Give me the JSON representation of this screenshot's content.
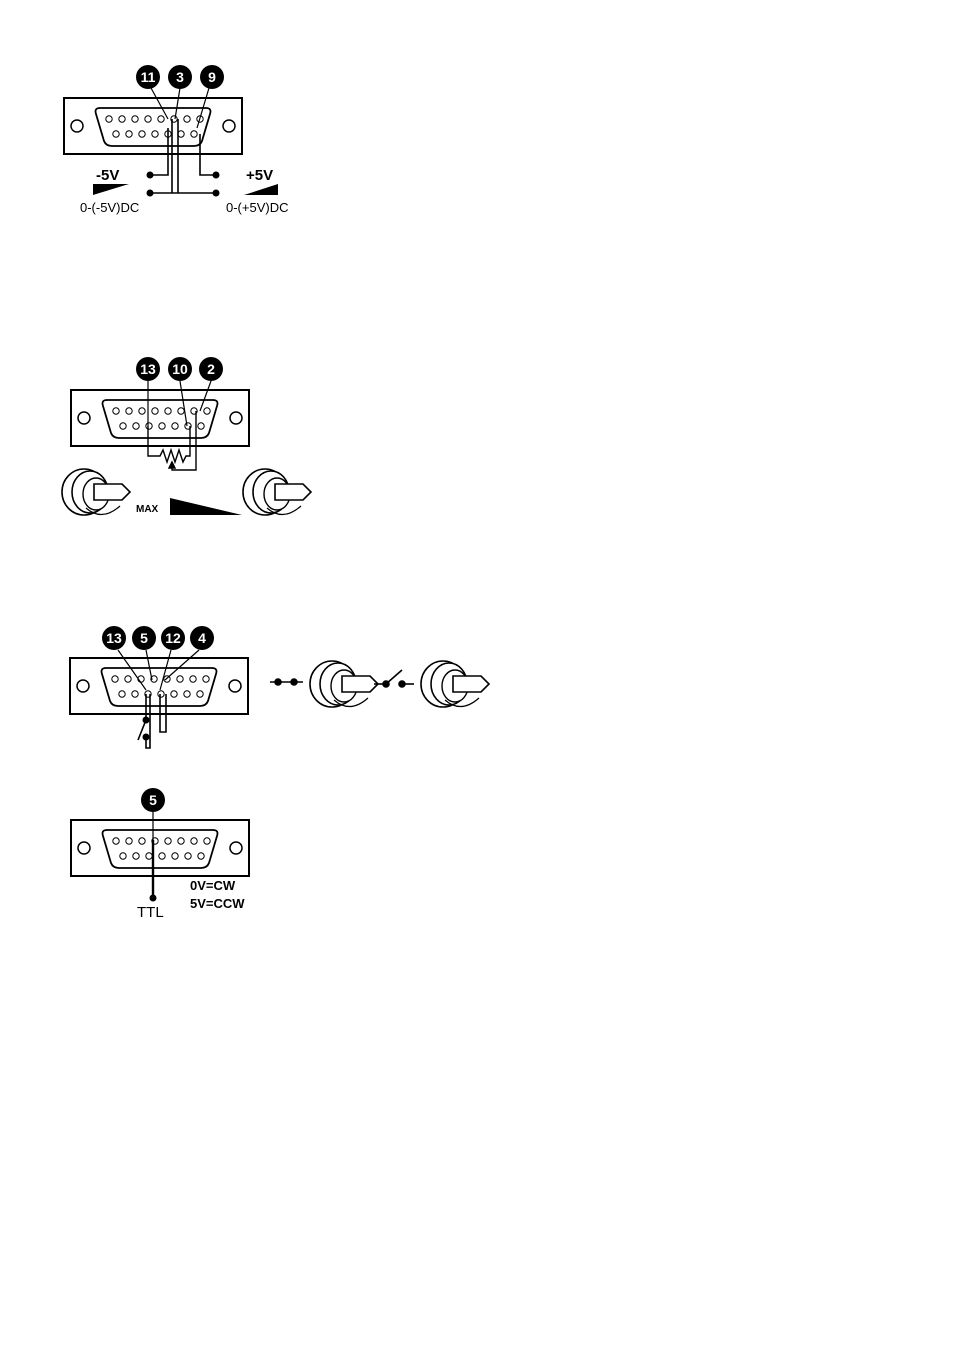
{
  "diagrams": {
    "voltage_control": {
      "pins": [
        "11",
        "3",
        "9"
      ],
      "neg_label": "-5V",
      "neg_range": "0-(-5V)DC",
      "pos_label": "+5V",
      "pos_range": "0-(+5V)DC"
    },
    "potentiometer_control": {
      "pins": [
        "13",
        "10",
        "2"
      ],
      "max_label": "MAX"
    },
    "switch_control": {
      "pins": [
        "13",
        "5",
        "12",
        "4"
      ]
    },
    "ttl_direction": {
      "pins": [
        "5"
      ],
      "ttl_label": "TTL",
      "cw_label": "0V=CW",
      "ccw_label": "5V=CCW"
    }
  }
}
